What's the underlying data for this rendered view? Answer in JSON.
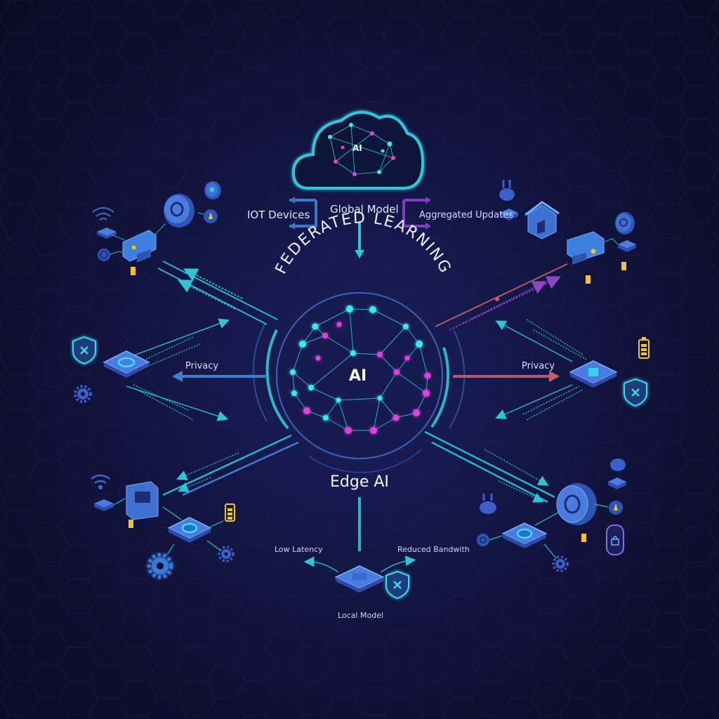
{
  "title": "Federated Learning",
  "colors": {
    "background": "#0b0c26",
    "cyan": "#2ee6f0",
    "teal": "#1fb8c4",
    "blue": "#3f7fd6",
    "magenta": "#e040e0",
    "purple": "#7a3fb0",
    "rose": "#c0606a",
    "yellow": "#f2c230"
  },
  "cloud": {
    "label": "AI"
  },
  "top_labels": {
    "iot_devices": "IOT Devices",
    "global_model": "Global Model",
    "aggregated_updates": "Aggregated Updates"
  },
  "center": {
    "arc_title": "FEDERATED LEARNING",
    "hub_label": "AI",
    "below_label": "Edge AI"
  },
  "side_labels": {
    "left_privacy": "Privacy",
    "right_privacy": "Privacy"
  },
  "bottom": {
    "low_latency": "Low Latency",
    "reduced_bandwidth": "Reduced Bandwith",
    "local_model": "Local Model"
  },
  "icons": [
    "cloud-icon",
    "neural-network-icon",
    "camera-icon",
    "speaker-icon",
    "wifi-icon",
    "router-icon",
    "lock-icon",
    "house-icon",
    "chip-icon",
    "shield-icon",
    "gear-icon",
    "battery-icon",
    "printer-icon",
    "sensor-icon"
  ]
}
